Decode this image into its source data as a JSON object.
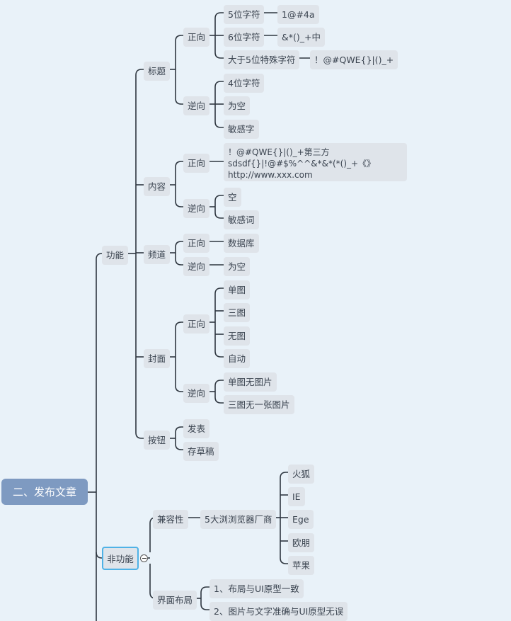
{
  "root": {
    "label": "二、发布文章"
  },
  "functional": {
    "label": "功能",
    "title": {
      "label": "标题",
      "positive": {
        "label": "正向",
        "items": [
          {
            "label": "5位字符",
            "value": "1@#4a"
          },
          {
            "label": "6位字符",
            "value": "&*()_+中"
          },
          {
            "label": "大于5位特殊字符",
            "value": "！@#QWE{}|()_+"
          }
        ]
      },
      "negative": {
        "label": "逆向",
        "items": [
          "4位字符",
          "为空",
          "敏感字"
        ]
      }
    },
    "content": {
      "label": "内容",
      "positive": {
        "label": "正向",
        "text": "！@#QWE{}|()_+第三方sdsdf{}|!@#$%^^&*&*(*()_+《》http://www.xxx.com"
      },
      "negative": {
        "label": "逆向",
        "items": [
          "空",
          "敏感词"
        ]
      }
    },
    "channel": {
      "label": "频道",
      "positive": {
        "label": "正向",
        "value": "数据库"
      },
      "negative": {
        "label": "逆向",
        "value": "为空"
      }
    },
    "cover": {
      "label": "封面",
      "positive": {
        "label": "正向",
        "items": [
          "单图",
          "三图",
          "无图",
          "自动"
        ]
      },
      "negative": {
        "label": "逆向",
        "items": [
          "单图无图片",
          "三图无一张图片"
        ]
      }
    },
    "button": {
      "label": "按钮",
      "items": [
        "发表",
        "存草稿"
      ]
    }
  },
  "nonfunctional": {
    "label": "非功能",
    "compat": {
      "label": "兼容性",
      "vendors": {
        "label": "5大浏浏览器厂商",
        "items": [
          "火狐",
          "IE",
          "Ege",
          "欧朋",
          "苹果"
        ]
      }
    },
    "layout": {
      "label": "界面布局",
      "items": [
        "1、布局与UI原型一致",
        "2、图片与文字准确与UI原型无误"
      ]
    }
  },
  "colors": {
    "background": "#e9f2f9",
    "node": "#dfe4ea",
    "root": "#7e9ac1",
    "line": "#2f3740",
    "selected_border": "#4fb2e6"
  }
}
